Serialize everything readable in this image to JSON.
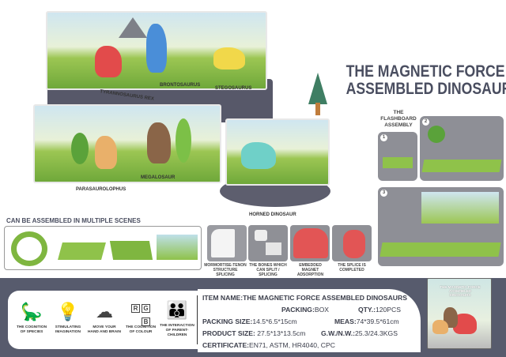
{
  "title": {
    "line1": "THE MAGNETIC FORCE",
    "line2": "ASSEMBLED DINOSAURS"
  },
  "dinosaur_labels": {
    "trex": "TYRANNOSAURUS REX",
    "bronto": "BRONTOSAURUS",
    "stego": "STEGOSAURUS",
    "para": "PARASAUROLOPHUS",
    "mega": "MEGALOSAUR",
    "horned": "HORNED DINOSAUR"
  },
  "assembly": {
    "heading": "THE FLASHBOARD ASSEMBLY",
    "steps": [
      "1",
      "2",
      "3"
    ]
  },
  "scenes_heading": "CAN BE ASSEMBLED IN MULTIPLE SCENES",
  "details": [
    {
      "caption": "MORMORTISE-TENON STRUCTURE SPLICING"
    },
    {
      "caption": "THE BONES WHICH CAN SPLIT / SPLICING"
    },
    {
      "caption": "EMBEDDED MAGNET ADSORPTION"
    },
    {
      "caption": "THE SPLICE IS COMPLETED"
    }
  ],
  "features": [
    {
      "icon": "dinosaur-icon",
      "label": "THE COGNITION OF SPECIES"
    },
    {
      "icon": "lightbulb-icon",
      "label": "STIMULATING IMAGINATION"
    },
    {
      "icon": "brain-icon",
      "label": "MOVE YOUR HAND AND BRAIN"
    },
    {
      "icon": "rgb-blocks-icon",
      "label": "THE COGNITION OF COLOUR",
      "letters": [
        "R",
        "G",
        "B"
      ]
    },
    {
      "icon": "parent-child-icon",
      "label": "THE INTERACTION OF PARENT-CHILDREN"
    }
  ],
  "specs": {
    "item_name_label": "ITEM NAME:",
    "item_name": "THE MAGNETIC FORCE ASSEMBLED DINOSAURS",
    "packing_label": "PACKING:",
    "packing": "BOX",
    "qty_label": "QTY.:",
    "qty": "120PCS",
    "packing_size_label": "PACKING SIZE:",
    "packing_size": "14.5*6.5*15cm",
    "meas_label": "MEAS:",
    "meas": "74*39.5*61cm",
    "product_size_label": "PRODUCT SIZE:",
    "product_size": "27.5*13*13.5cm",
    "gw_label": "G.W./N.W.:",
    "gw": "25.3/24.3KGS",
    "cert_label": "CERTIFICATE:",
    "cert": "EN71, ASTM, HR4040, CPC"
  },
  "box": {
    "title": "THE MAGNETIC FORCE ASSEMBLED DINOSAURS"
  },
  "colors": {
    "bar": "#575b6d",
    "grass": "#7fb640",
    "title": "#4a4e60"
  }
}
